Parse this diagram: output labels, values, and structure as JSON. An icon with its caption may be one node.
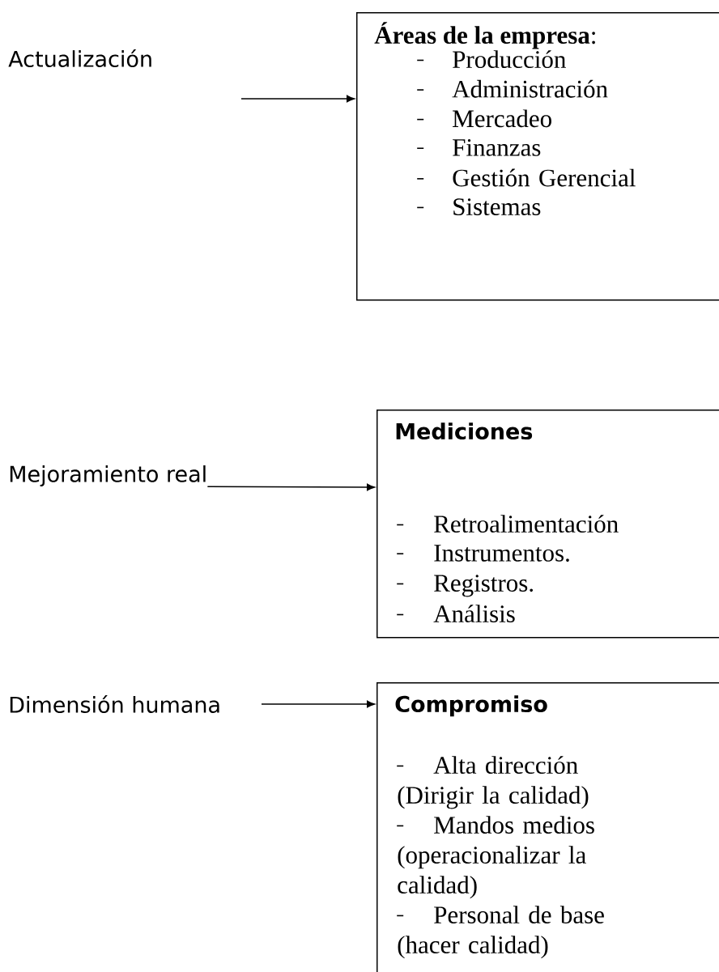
{
  "diagram": {
    "nodes": [
      {
        "text": [
          "Actualización"
        ]
      },
      {
        "text": [
          "**Áreas de la empresa**:",
          "Producción",
          "Administración",
          "Mercadeo",
          "Finanzas",
          "Gestión Gerencial",
          "Sistemas"
        ]
      },
      {
        "text": [
          "Mejoramiento real"
        ]
      },
      {
        "text": [
          "Mediciones",
          "Retroalimentación",
          "Instrumentos.",
          "Registros.",
          "Análisis"
        ]
      },
      {
        "text": [
          "Dimensión humana"
        ]
      },
      {
        "text": [
          "Compromiso",
          "Alta dirección (Dirigir la calidad)",
          "Mandos medios (operacionalizar la calidad)",
          "Personal de base (hacer calidad)"
        ]
      }
    ],
    "edges": [
      {
        "from": null,
        "to": 1,
        "arrow": "to"
      },
      {
        "from": 2,
        "to": 3,
        "arrow": "to"
      },
      {
        "from": null,
        "to": 5,
        "arrow": "to"
      }
    ]
  }
}
